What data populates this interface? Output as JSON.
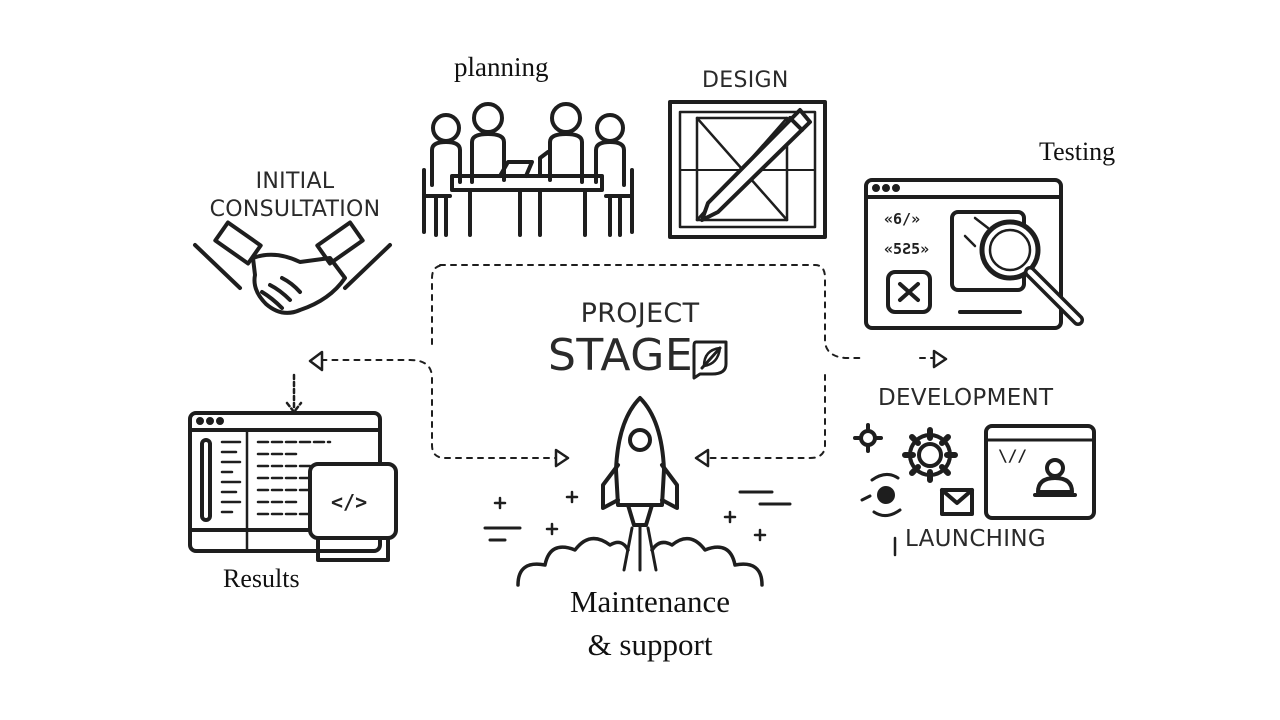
{
  "center": {
    "line1": "PROJECT",
    "line2": "STAGE"
  },
  "stages": {
    "initial_consultation": {
      "line1": "INITIAL",
      "line2": "CONSULTATION"
    },
    "planning": "planning",
    "design": "DESIGN",
    "testing": "Testing",
    "development": "DEVELOPMENT",
    "launching": "LAUNCHING",
    "results": "Results",
    "maintenance": {
      "line1": "Maintenance",
      "line2": "& support"
    }
  },
  "testing_window": {
    "code_line1": "«6/»",
    "code_line2": "«5Ƨ5»"
  },
  "results_window": {
    "code_tag": "</>"
  },
  "development_window": {
    "code_tag": "\\//"
  },
  "icons": [
    "handshake-icon",
    "meeting-table-icon",
    "blueprint-pencil-icon",
    "magnifier-browser-icon",
    "gears-browser-icon",
    "code-editor-icon",
    "rocket-launch-icon",
    "leaf-icon"
  ]
}
